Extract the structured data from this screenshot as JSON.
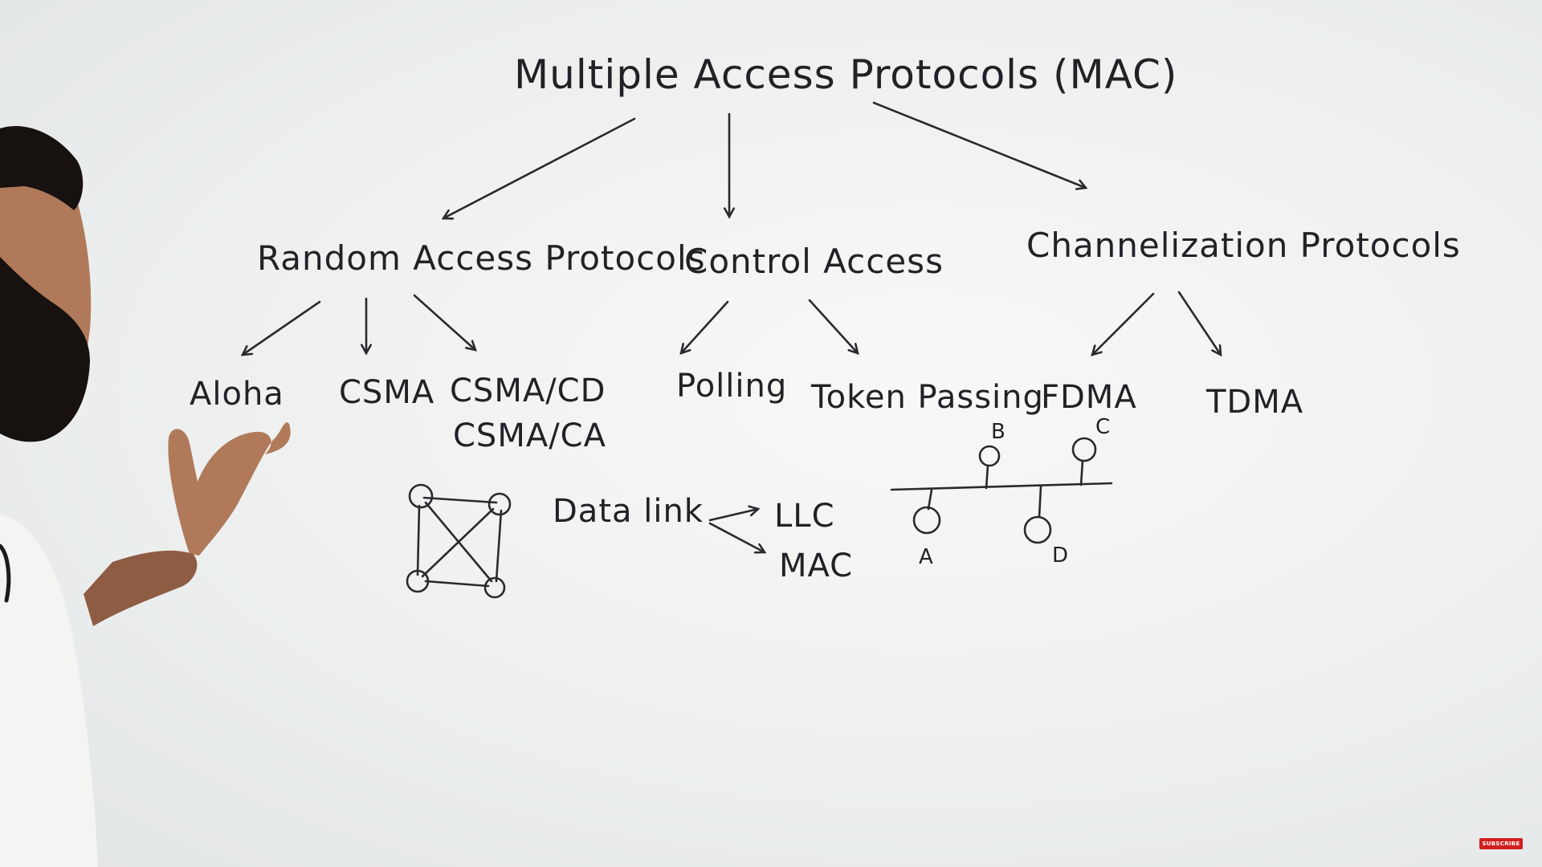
{
  "whiteboard": {
    "title": "Multiple Access Protocols (MAC)",
    "categories": [
      {
        "label": "Random Access Protocols",
        "children": [
          "Aloha",
          "CSMA",
          "CSMA/CD",
          "CSMA/CA"
        ]
      },
      {
        "label": "Control Access",
        "children": [
          "Polling",
          "Token Passing"
        ]
      },
      {
        "label": "Channelization Protocols",
        "children": [
          "FDMA",
          "TDMA"
        ]
      }
    ],
    "data_link": {
      "label": "Data link",
      "sublayers": [
        "LLC",
        "MAC"
      ]
    },
    "bus_nodes": [
      "A",
      "B",
      "C",
      "D"
    ]
  },
  "overlay": {
    "subscribe_label": "SUBSCRIBE"
  },
  "colors": {
    "ink": "#2a2a2e",
    "board": "#eef0f0",
    "subscribe": "#d21f1f"
  }
}
